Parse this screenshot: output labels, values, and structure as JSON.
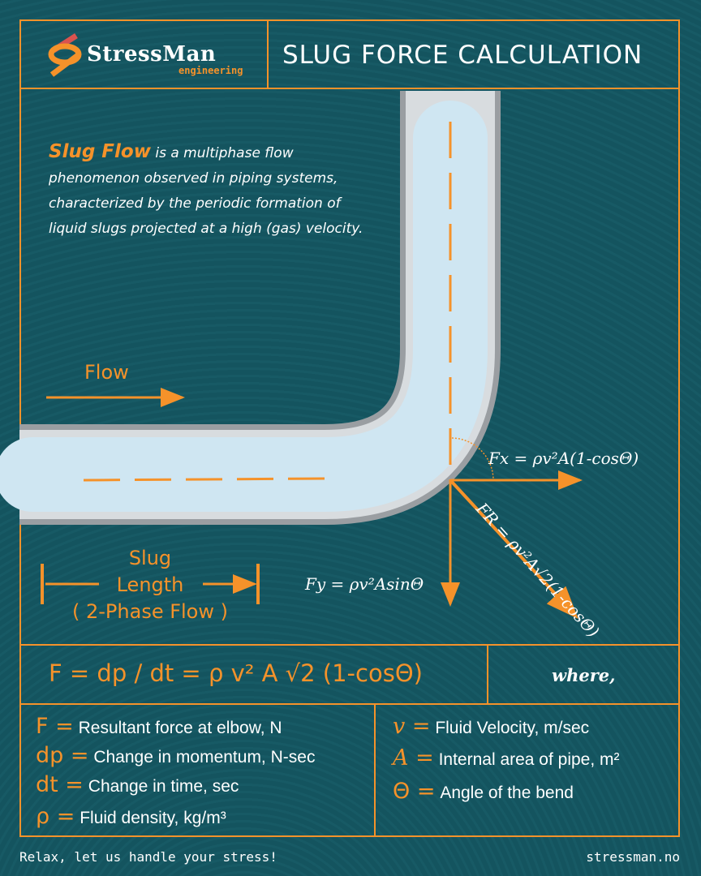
{
  "brand": {
    "name": "StressMan",
    "sub": "engineering",
    "colors": {
      "accent": "#f5922a",
      "background": "#14545f"
    }
  },
  "header": {
    "title": "SLUG FORCE CALCULATION"
  },
  "intro": {
    "highlight": "Slug Flow",
    "text": " is a multiphase flow phenomenon observed in piping systems, characterized by the periodic formation of liquid slugs projected at a high (gas) velocity."
  },
  "diagram": {
    "flow_label": "Flow",
    "slug_label": [
      "Slug",
      "Length",
      "( 2-Phase Flow )"
    ],
    "fx": "Fx = ρv²A(1-cosΘ)",
    "fy": "Fy = ρv²AsinΘ",
    "fr": "FR = ρv²A√2(1-cosΘ)"
  },
  "formula": {
    "main": "F = dp / dt = ρ v² A √2 (1-cosΘ)",
    "where": "where,"
  },
  "legend": {
    "left": [
      {
        "sym": "F =",
        "desc": "Resultant force at elbow, N"
      },
      {
        "sym": "dp =",
        "desc": "Change in momentum, N-sec"
      },
      {
        "sym": "dt =",
        "desc": "Change in time, sec"
      },
      {
        "sym": "ρ =",
        "desc": "Fluid density, kg/m³"
      }
    ],
    "right": [
      {
        "sym": "v =",
        "desc": "Fluid Velocity, m/sec"
      },
      {
        "sym": "A =",
        "desc": "Internal area of pipe, m²"
      },
      {
        "sym": "Θ =",
        "desc": "Angle of the bend"
      }
    ]
  },
  "footer": {
    "slogan": "Relax, let us handle your stress!",
    "url": "stressman.no"
  }
}
